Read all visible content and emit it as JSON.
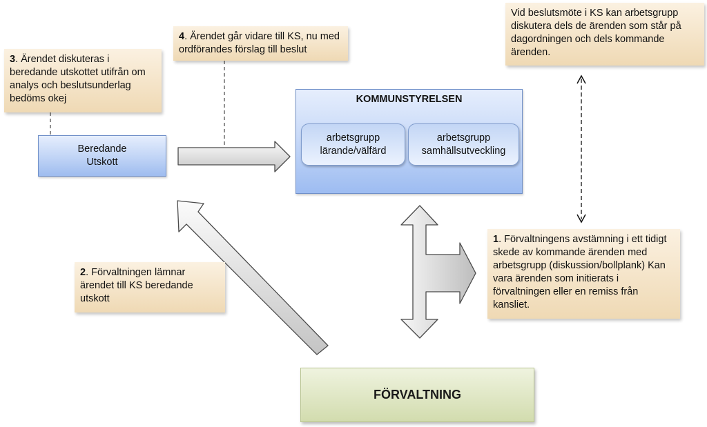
{
  "notes": {
    "step3": {
      "num": "3",
      "text": ". Ärendet diskuteras i beredande utskottet utifrån om analys och beslutsunderlag bedöms okej"
    },
    "step4": {
      "num": "4",
      "text": ". Ärendet går vidare till KS, nu med ordförandes förslag till beslut"
    },
    "meeting": {
      "text": "Vid beslutsmöte i KS kan arbetsgrupp diskutera dels de ärenden som står på dagordningen och dels kommande ärenden."
    },
    "step1": {
      "num": "1",
      "text": ". Förvaltningens avstämning i ett tidigt skede av kommande ärenden med arbetsgrupp (diskussion/bollplank) Kan vara ärenden som initierats i förvaltningen eller en remiss från kansliet."
    },
    "step2": {
      "num": "2",
      "text": ". Förvaltningen lämnar ärendet till KS beredande utskott"
    }
  },
  "ks": {
    "title": "KOMMUNSTYRELSEN",
    "groups": [
      "arbetsgrupp\nlärande/välfärd",
      "arbetsgrupp\nsamhällsutveckling"
    ]
  },
  "beredande": {
    "label": "Beredande\nUtskott"
  },
  "forvaltning": {
    "label": "FÖRVALTNING"
  },
  "colors": {
    "note_fill": "#efd9b4",
    "box_blue": "#c9daf8",
    "box_green": "#d2dcae",
    "arrow_fill": "#d9d9d9"
  }
}
